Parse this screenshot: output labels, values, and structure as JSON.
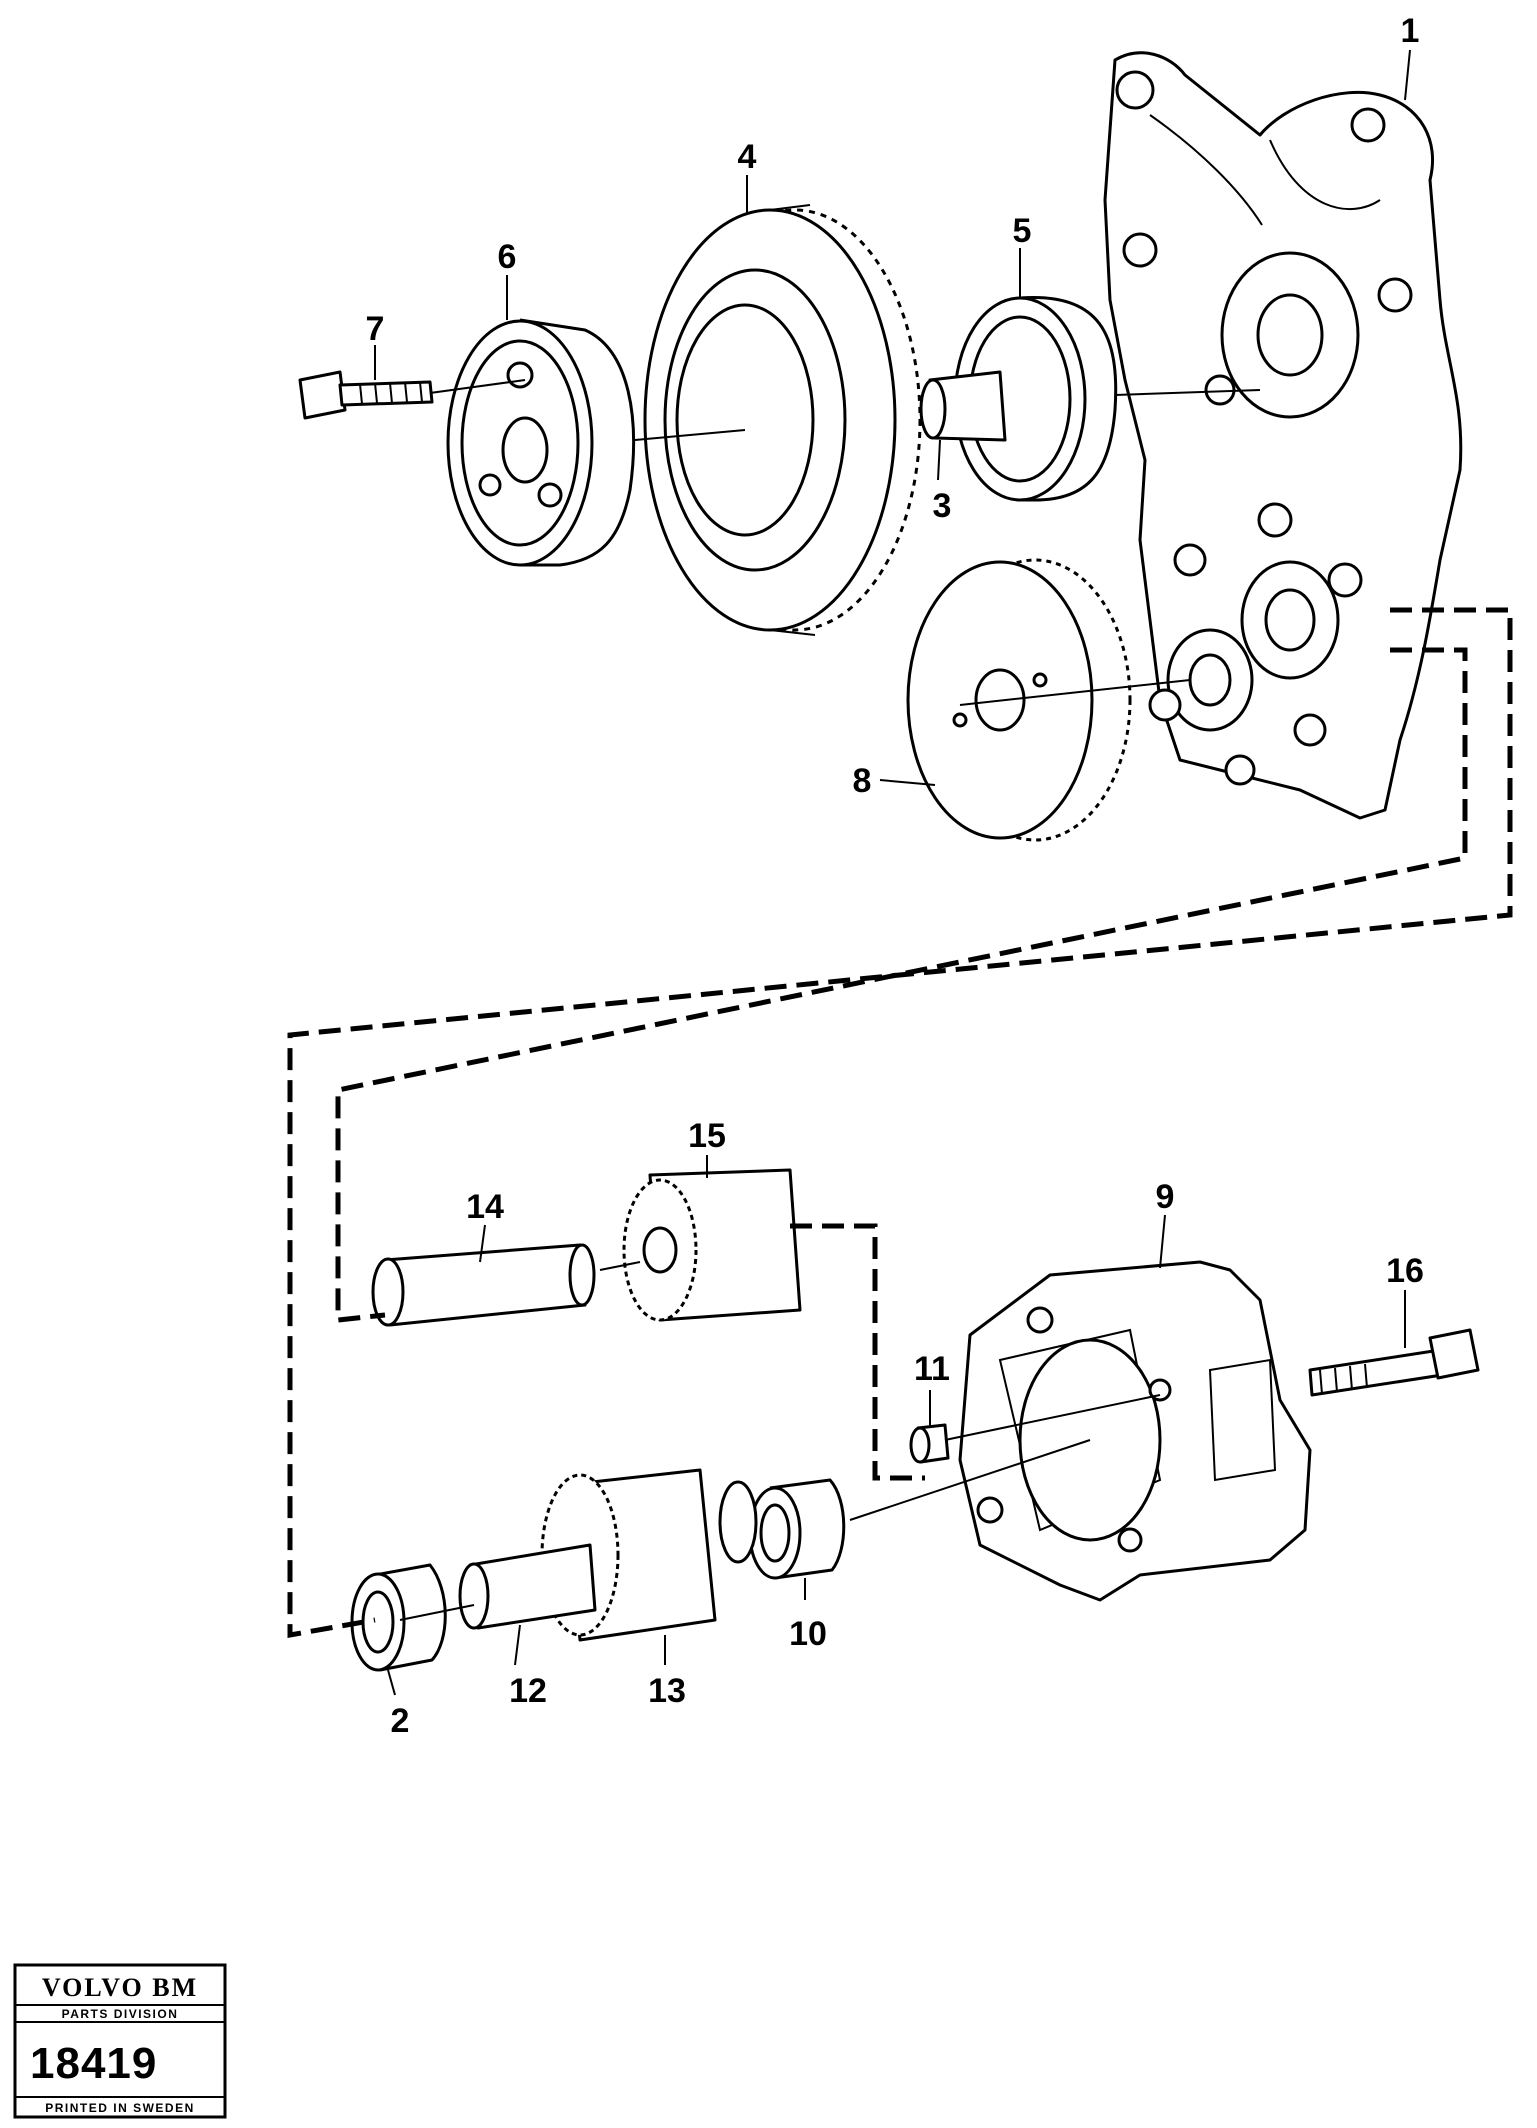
{
  "callouts": [
    {
      "id": "1",
      "text": "1"
    },
    {
      "id": "2",
      "text": "2"
    },
    {
      "id": "3",
      "text": "3"
    },
    {
      "id": "4",
      "text": "4"
    },
    {
      "id": "5",
      "text": "5"
    },
    {
      "id": "6",
      "text": "6"
    },
    {
      "id": "7",
      "text": "7"
    },
    {
      "id": "8",
      "text": "8"
    },
    {
      "id": "9",
      "text": "9"
    },
    {
      "id": "10",
      "text": "10"
    },
    {
      "id": "11",
      "text": "11"
    },
    {
      "id": "12",
      "text": "12"
    },
    {
      "id": "13",
      "text": "13"
    },
    {
      "id": "14",
      "text": "14"
    },
    {
      "id": "15",
      "text": "15"
    },
    {
      "id": "16",
      "text": "16"
    }
  ],
  "stamp": {
    "brand": "VOLVO BM",
    "division": "PARTS DIVISION",
    "number": "18419",
    "printed": "PRINTED IN SWEDEN"
  }
}
